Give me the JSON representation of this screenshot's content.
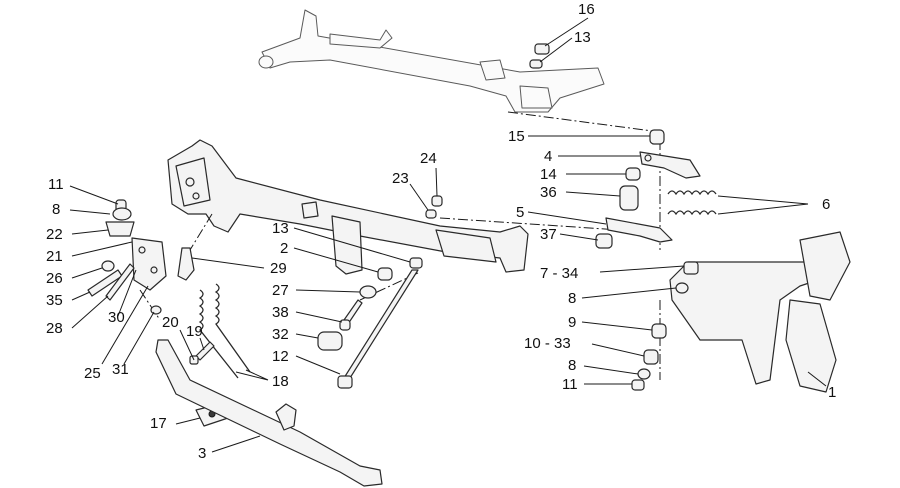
{
  "callouts": [
    {
      "id": "c16",
      "text": "16"
    },
    {
      "id": "c13a",
      "text": "13"
    },
    {
      "id": "c15",
      "text": "15"
    },
    {
      "id": "c4",
      "text": "4"
    },
    {
      "id": "c14",
      "text": "14"
    },
    {
      "id": "c36",
      "text": "36"
    },
    {
      "id": "c6",
      "text": "6"
    },
    {
      "id": "c5",
      "text": "5"
    },
    {
      "id": "c37",
      "text": "37"
    },
    {
      "id": "c7-34",
      "text": "7 - 34"
    },
    {
      "id": "c8a",
      "text": "8"
    },
    {
      "id": "c9",
      "text": "9"
    },
    {
      "id": "c10-33",
      "text": "10 - 33"
    },
    {
      "id": "c8b",
      "text": "8"
    },
    {
      "id": "c11a",
      "text": "11"
    },
    {
      "id": "c1",
      "text": "1"
    },
    {
      "id": "c24",
      "text": "24"
    },
    {
      "id": "c23",
      "text": "23"
    },
    {
      "id": "c13b",
      "text": "13"
    },
    {
      "id": "c2",
      "text": "2"
    },
    {
      "id": "c27",
      "text": "27"
    },
    {
      "id": "c38",
      "text": "38"
    },
    {
      "id": "c32",
      "text": "32"
    },
    {
      "id": "c12",
      "text": "12"
    },
    {
      "id": "c29",
      "text": "29"
    },
    {
      "id": "c18",
      "text": "18"
    },
    {
      "id": "c11b",
      "text": "11"
    },
    {
      "id": "c8c",
      "text": "8"
    },
    {
      "id": "c22",
      "text": "22"
    },
    {
      "id": "c21",
      "text": "21"
    },
    {
      "id": "c26",
      "text": "26"
    },
    {
      "id": "c35",
      "text": "35"
    },
    {
      "id": "c28",
      "text": "28"
    },
    {
      "id": "c30",
      "text": "30"
    },
    {
      "id": "c25",
      "text": "25"
    },
    {
      "id": "c31",
      "text": "31"
    },
    {
      "id": "c20",
      "text": "20"
    },
    {
      "id": "c19",
      "text": "19"
    },
    {
      "id": "c17",
      "text": "17"
    },
    {
      "id": "c3",
      "text": "3"
    }
  ]
}
